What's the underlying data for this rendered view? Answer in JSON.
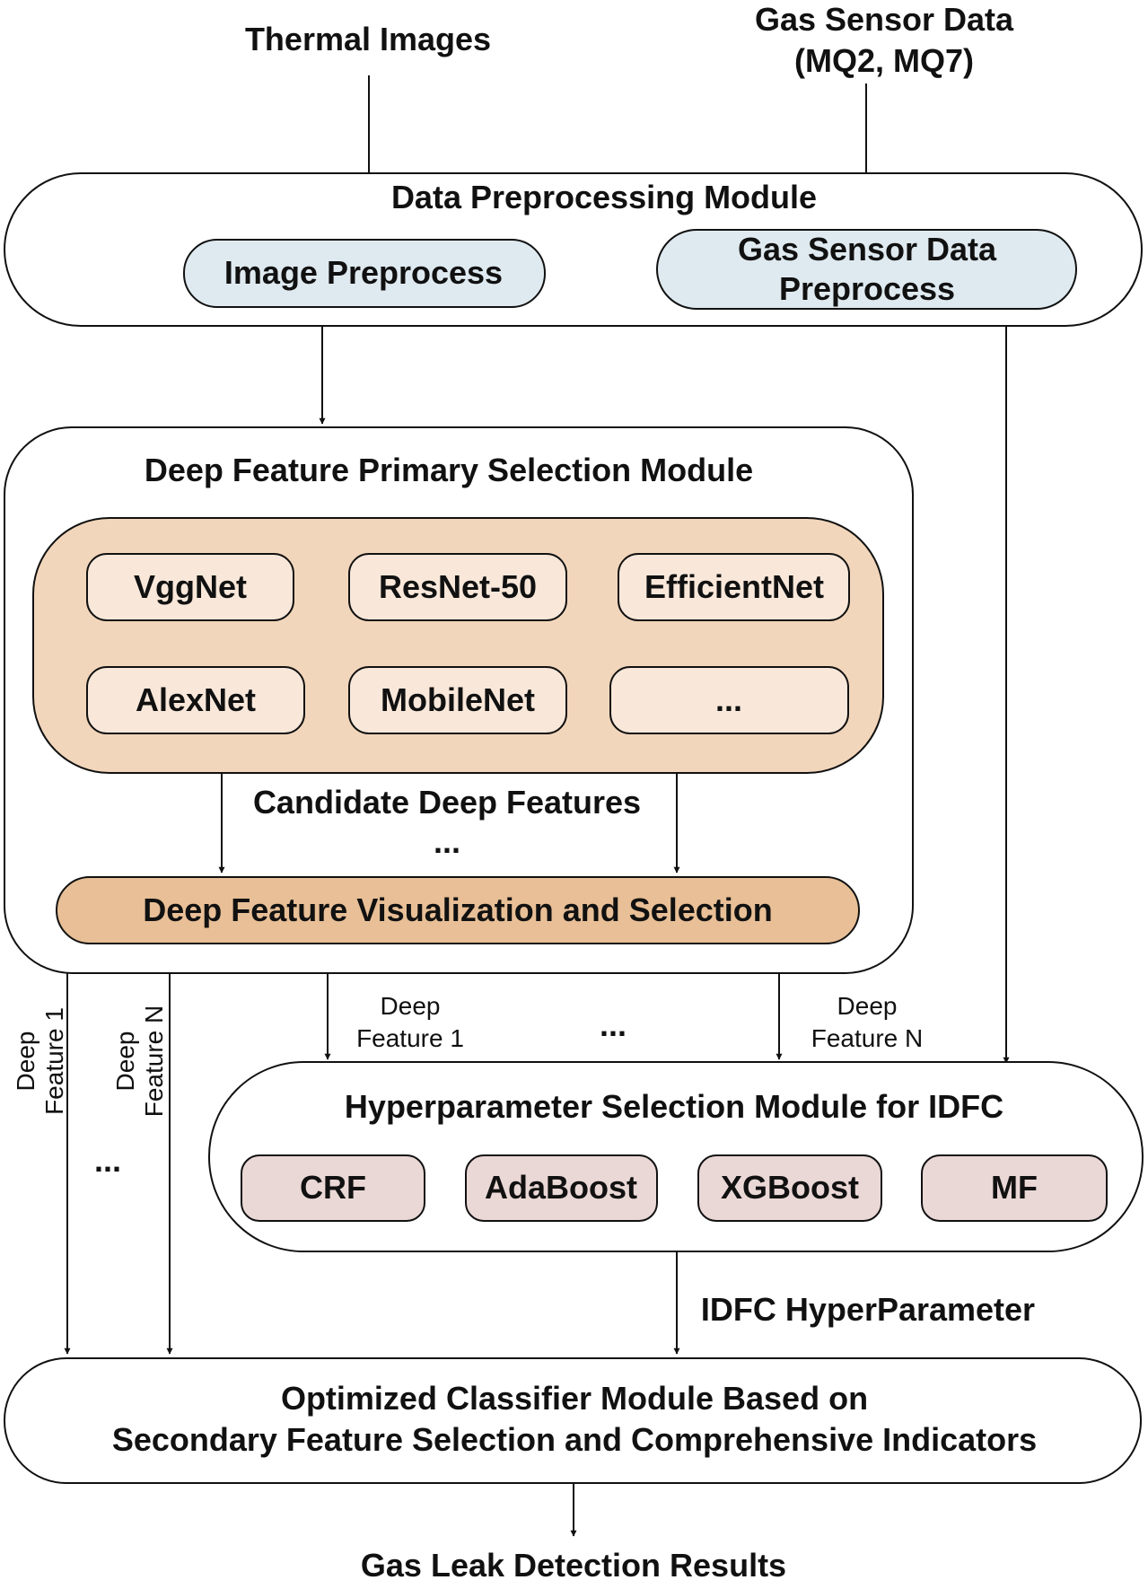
{
  "inputs": {
    "thermal": "Thermal Images",
    "gas_line1": "Gas Sensor Data",
    "gas_line2": "(MQ2, MQ7)"
  },
  "preprocess": {
    "title": "Data Preprocessing Module",
    "image": "Image Preprocess",
    "gas_line1": "Gas Sensor Data",
    "gas_line2": "Preprocess"
  },
  "primary": {
    "title": "Deep Feature Primary Selection Module",
    "models": [
      "VggNet",
      "ResNet-50",
      "EfficientNet",
      "AlexNet",
      "MobileNet",
      "..."
    ],
    "candidate": "Candidate Deep Features",
    "ellipsis": "...",
    "visualization": "Deep Feature Visualization and Selection"
  },
  "features": {
    "left_1_line1": "Deep",
    "left_1_line2": "Feature 1",
    "left_n_line1": "Deep",
    "left_n_line2": "Feature N",
    "left_ellipsis": "...",
    "mid_1_line1": "Deep",
    "mid_1_line2": "Feature 1",
    "mid_n_line1": "Deep",
    "mid_n_line2": "Feature N",
    "mid_ellipsis": "..."
  },
  "hyper": {
    "title": "Hyperparameter Selection Module for IDFC",
    "items": [
      "CRF",
      "AdaBoost",
      "XGBoost",
      "MF"
    ],
    "output_label": "IDFC HyperParameter"
  },
  "classifier": {
    "line1": "Optimized Classifier Module Based on",
    "line2": "Secondary Feature Selection and Comprehensive Indicators"
  },
  "result": "Gas Leak Detection Results",
  "colors": {
    "preprocess_fill": "#dfeaf0",
    "model_container_fill": "#f2d6bb",
    "model_fill": "#f9e8da",
    "visualization_fill": "#e8bf96",
    "hyper_item_fill": "#ead8d6",
    "stroke": "#111111"
  }
}
